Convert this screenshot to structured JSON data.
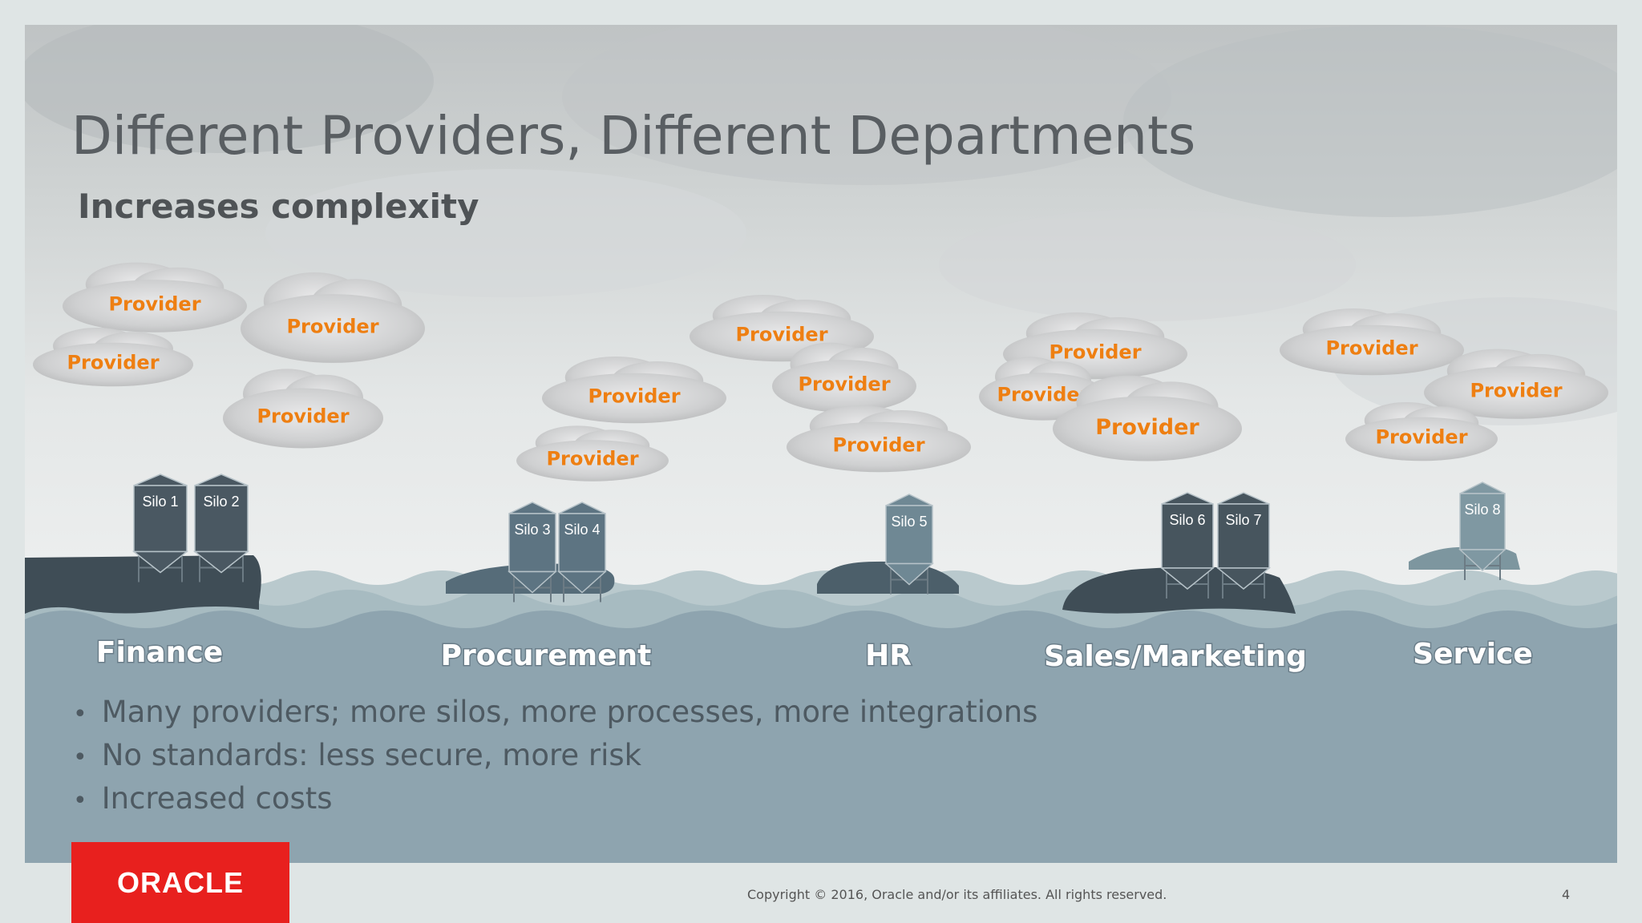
{
  "slide": {
    "title": "Different Providers, Different Departments",
    "subtitle": "Increases complexity"
  },
  "providers": [
    "Provider",
    "Provider",
    "Provider",
    "Provider",
    "Provider",
    "Provider",
    "Provider",
    "Provider",
    "Provider",
    "Provider",
    "Provider",
    "Provider",
    "Provider",
    "Provider",
    "Provider"
  ],
  "silos": [
    "Silo 1",
    "Silo 2",
    "Silo 3",
    "Silo 4",
    "Silo 5",
    "Silo 6",
    "Silo 7",
    "Silo 8"
  ],
  "departments": [
    "Finance",
    "Procurement",
    "HR",
    "Sales/Marketing",
    "Service"
  ],
  "bullets": [
    "Many providers; more silos, more processes, more integrations",
    "No standards: less secure, more risk",
    "Increased costs"
  ],
  "footer": {
    "logo_text": "ORACLE",
    "copyright": "Copyright © 2016, Oracle and/or its affiliates. All rights reserved.",
    "page_number": "4"
  },
  "colors": {
    "provider_text": "#ee7f12",
    "water": "#8ea4af",
    "island_dark": "#3f4d56",
    "silo_dark": "#4e5c66",
    "oracle_red": "#e8201e"
  }
}
